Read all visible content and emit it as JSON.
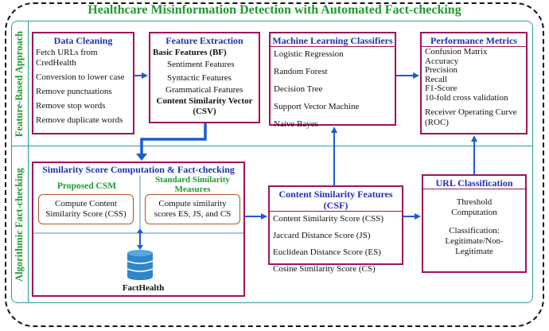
{
  "title": "Healthcare Misinformation Detection with Automated Fact-checking",
  "sections": {
    "feature_based": "Feature-Based Approach",
    "algorithmic": "Algorithmic Fact-checking"
  },
  "data_cleaning": {
    "title": "Data Cleaning",
    "items": [
      "Fetch URLs from",
      "CredHealth",
      "Conversion to lower case",
      "Remove punctuations",
      "Remove stop words",
      "Remove duplicate words"
    ]
  },
  "feature_extraction": {
    "title": "Feature Extraction",
    "bf": "Basic Features (BF)",
    "items": [
      "Sentiment Features",
      "Syntactic Features",
      "Grammatical Features"
    ],
    "csv1": "Content Similarity Vector",
    "csv2": "(CSV)"
  },
  "classifiers": {
    "title": "Machine Learning Classifiers",
    "items": [
      "Logistic Regression",
      "Random Forest",
      "Decision Tree",
      "Support Vector Machine",
      "Naive Bayes"
    ]
  },
  "metrics": {
    "title": "Performance Metrics",
    "items": [
      "Confusion Matrix",
      "Accuracy",
      "Precision",
      "Recall",
      "F1-Score",
      "10-fold cross validation",
      "Receiver Operating Curve",
      "(ROC)"
    ]
  },
  "similarity": {
    "title": "Similarity Score Computation & Fact-checking",
    "proposed": "Proposed CSM",
    "standard1": "Standard Similarity",
    "standard2": "Measures",
    "css_box1": "Compute Content",
    "css_box2": "Similarity Score (CSS)",
    "std_box1": "Compute similarity",
    "std_box2": "scores ES, JS, and CS",
    "db": "FactHealth"
  },
  "csf": {
    "title": "Content Similarity Features (CSF)",
    "items": [
      "Content Similarity Score (CSS)",
      "Jaccard Distance Score (JS)",
      "Euclidean Distance Score (ES)",
      "Cosine Similarity Score (CS)"
    ]
  },
  "url_class": {
    "title": "URL Classification",
    "threshold1": "Threshold",
    "threshold2": "Computation",
    "class1": "Classification:",
    "class2": "Legitimate/Non-",
    "class3": "Legitimate"
  },
  "colors": {
    "title_green": "#1e9a2f",
    "box_border": "#a0135b",
    "heading_blue": "#1f2fb5",
    "section_teal": "#2a9d9d",
    "arrow_blue": "#1a5bd6",
    "rounded_box": "#b5532b",
    "db_blue": "#2f86c8"
  }
}
